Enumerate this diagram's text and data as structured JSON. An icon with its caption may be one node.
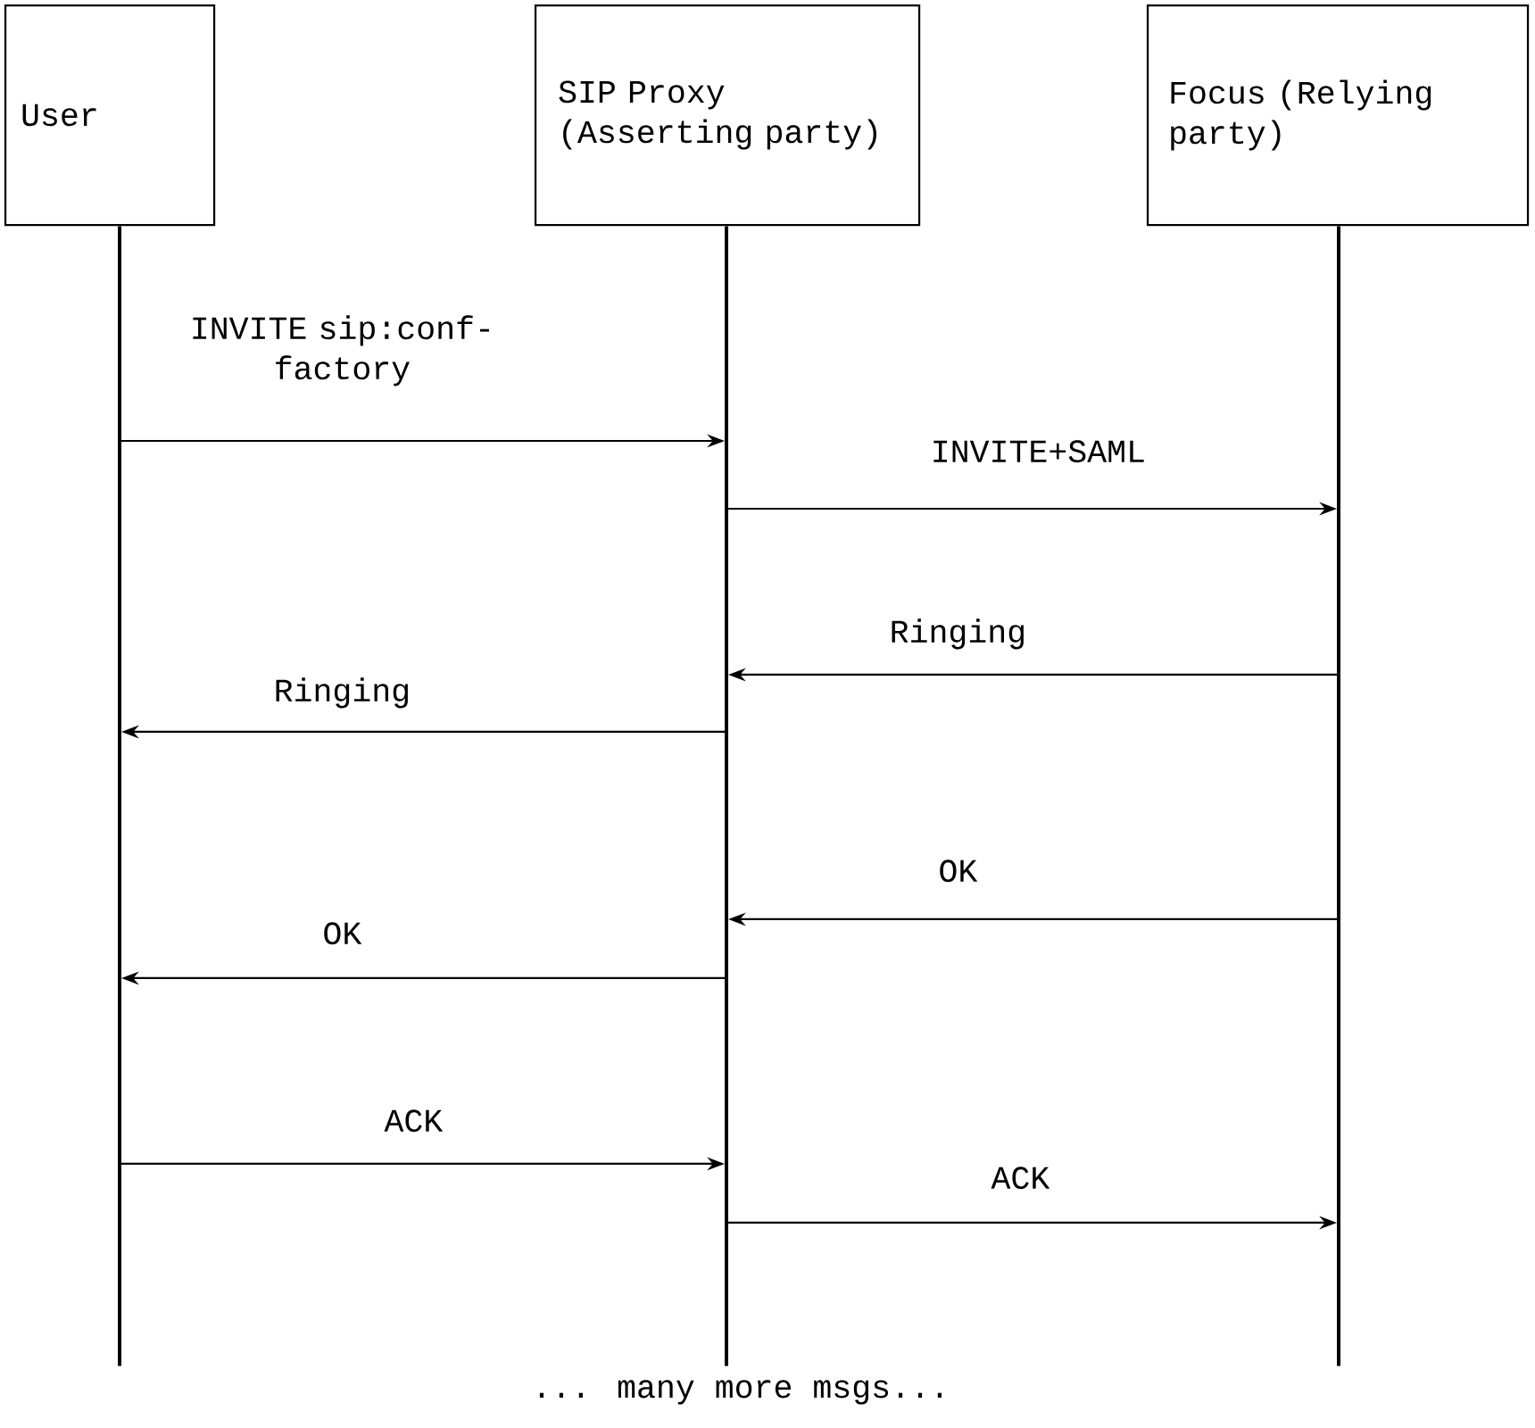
{
  "diagram": {
    "nodes": [
      {
        "text": [
          "User"
        ]
      },
      {
        "text": [
          "SIP Proxy (Asserting party)"
        ]
      },
      {
        "text": [
          "Focus (Relying party)"
        ]
      },
      {
        "text": [],
        "shape": "bar"
      },
      {
        "text": [],
        "shape": "bar"
      },
      {
        "text": [],
        "shape": "bar"
      }
    ],
    "edges": [
      {
        "from": 3,
        "to": 4,
        "arrow": "to",
        "label": "INVITE sip:conf-factory"
      },
      {
        "from": 4,
        "to": 5,
        "arrow": "to",
        "label": "INVITE+SAML"
      },
      {
        "from": 5,
        "to": 4,
        "arrow": "to",
        "label": "Ringing"
      },
      {
        "from": 4,
        "to": 3,
        "arrow": "to",
        "label": "Ringing"
      },
      {
        "from": 5,
        "to": 4,
        "arrow": "to",
        "label": "OK"
      },
      {
        "from": 4,
        "to": 3,
        "arrow": "to",
        "label": "OK"
      },
      {
        "from": 3,
        "to": 4,
        "arrow": "to",
        "label": "ACK"
      },
      {
        "from": 4,
        "to": 5,
        "arrow": "to",
        "label": "ACK"
      }
    ],
    "labels": [
      "... many more msgs..."
    ]
  }
}
